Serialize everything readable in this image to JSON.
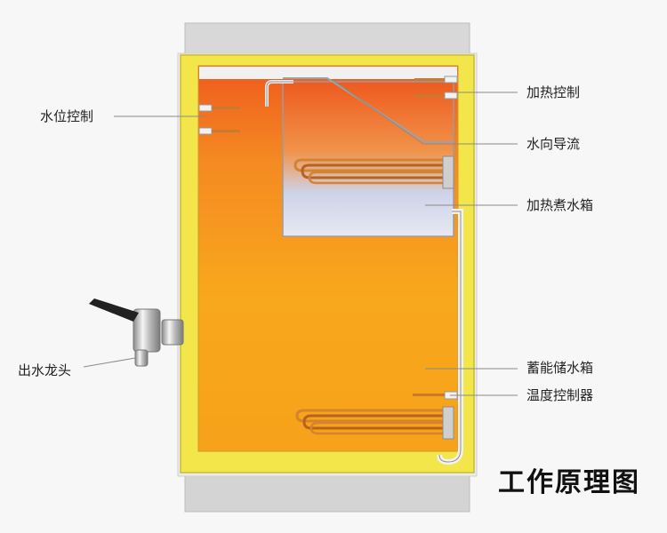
{
  "labels": {
    "water_level_control": "水位控制",
    "heating_control": "加热控制",
    "water_direction_guide": "水向导流",
    "heating_boiling_tank": "加热煮水箱",
    "energy_storage_tank": "蓄能储水箱",
    "temperature_controller": "温度控制器",
    "water_faucet": "出水龙头"
  },
  "caption": "工作原理图",
  "colors": {
    "cabinet_gray": "#dcdcdc",
    "frame_yellow": "#f3e64a",
    "water_orange": "#f8a81c",
    "hot_water_red": "#ef5a1e",
    "heater_copper": "#d4832e"
  }
}
